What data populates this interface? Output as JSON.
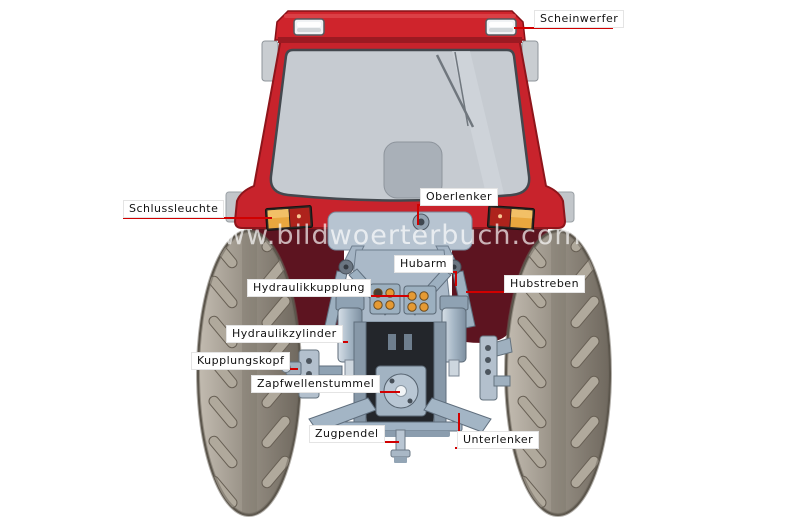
{
  "watermark": {
    "text": "www.bildwoerterbuch.com"
  },
  "illustration": {
    "subject": "tractor-rear-view"
  },
  "labels": [
    {
      "id": "scheinwerfer",
      "text": "Scheinwerfer"
    },
    {
      "id": "schlussleuchte",
      "text": "Schlussleuchte"
    },
    {
      "id": "oberlenker",
      "text": "Oberlenker"
    },
    {
      "id": "hubarm",
      "text": "Hubarm"
    },
    {
      "id": "hydraulikkupplung",
      "text": "Hydraulikkupplung"
    },
    {
      "id": "hubstreben",
      "text": "Hubstreben"
    },
    {
      "id": "hydraulikzylinder",
      "text": "Hydraulikzylinder"
    },
    {
      "id": "kupplungskopf",
      "text": "Kupplungskopf"
    },
    {
      "id": "zapfwellenstummel",
      "text": "Zapfwellenstummel"
    },
    {
      "id": "zugpendel",
      "text": "Zugpendel"
    },
    {
      "id": "unterlenker",
      "text": "Unterlenker"
    }
  ],
  "colors": {
    "cab_red": "#c8232c",
    "dark_red_outline": "#8e151b",
    "inner_fender_maroon": "#5d1420",
    "machinery_light": "#b7c4d1",
    "machinery_mid": "#9fb2c4",
    "machinery_dark": "#5f6e7d",
    "tire_body": "#948d82",
    "tire_lug": "#b0a99c",
    "window_gray": "#c6cbd1",
    "amber_lens": "#e9a73e",
    "red_lens": "#ae231c",
    "leader_line": "#d10000",
    "label_background": "#ffffff",
    "label_text": "#111111"
  }
}
